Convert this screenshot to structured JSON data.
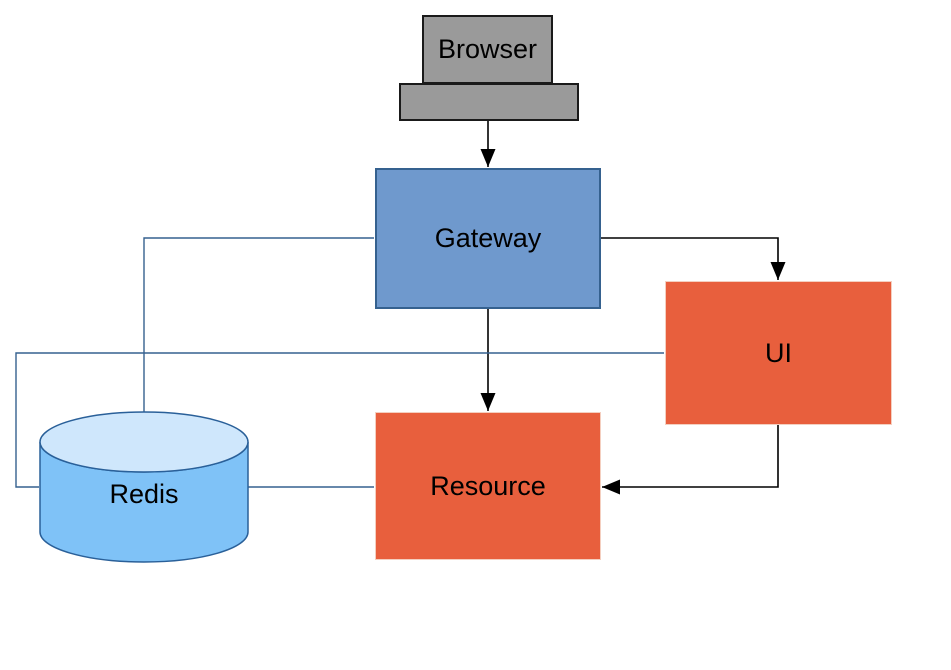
{
  "diagram": {
    "background": "#ffffff",
    "nodes": {
      "browser": {
        "label": "Browser",
        "shape": "terminal-with-base",
        "fill": "#9a9a9a",
        "border": "#1a1a1a"
      },
      "gateway": {
        "label": "Gateway",
        "shape": "rectangle",
        "fill": "#6f99cd",
        "border": "#35618f"
      },
      "ui": {
        "label": "UI",
        "shape": "rectangle",
        "fill": "#e85f3d",
        "border": "#f4cfc0"
      },
      "resource": {
        "label": "Resource",
        "shape": "rectangle",
        "fill": "#e85f3d",
        "border": "#f4cfc0"
      },
      "redis": {
        "label": "Redis",
        "shape": "cylinder",
        "fill": "#7fc2f7",
        "fill_top": "#cfe7fc",
        "border": "#2a6099"
      }
    },
    "edges": [
      {
        "from": "browser",
        "to": "gateway",
        "color": "#000000",
        "arrowhead": true
      },
      {
        "from": "gateway",
        "to": "ui",
        "color": "#000000",
        "arrowhead": true
      },
      {
        "from": "gateway",
        "to": "resource",
        "color": "#000000",
        "arrowhead": true
      },
      {
        "from": "ui",
        "to": "resource",
        "color": "#000000",
        "arrowhead": true
      },
      {
        "from": "gateway",
        "to": "redis",
        "color": "#35618f",
        "arrowhead": false
      },
      {
        "from": "ui",
        "to": "redis",
        "color": "#35618f",
        "arrowhead": false
      },
      {
        "from": "redis",
        "to": "resource",
        "color": "#35618f",
        "arrowhead": false
      }
    ],
    "text_color": "#000000"
  }
}
